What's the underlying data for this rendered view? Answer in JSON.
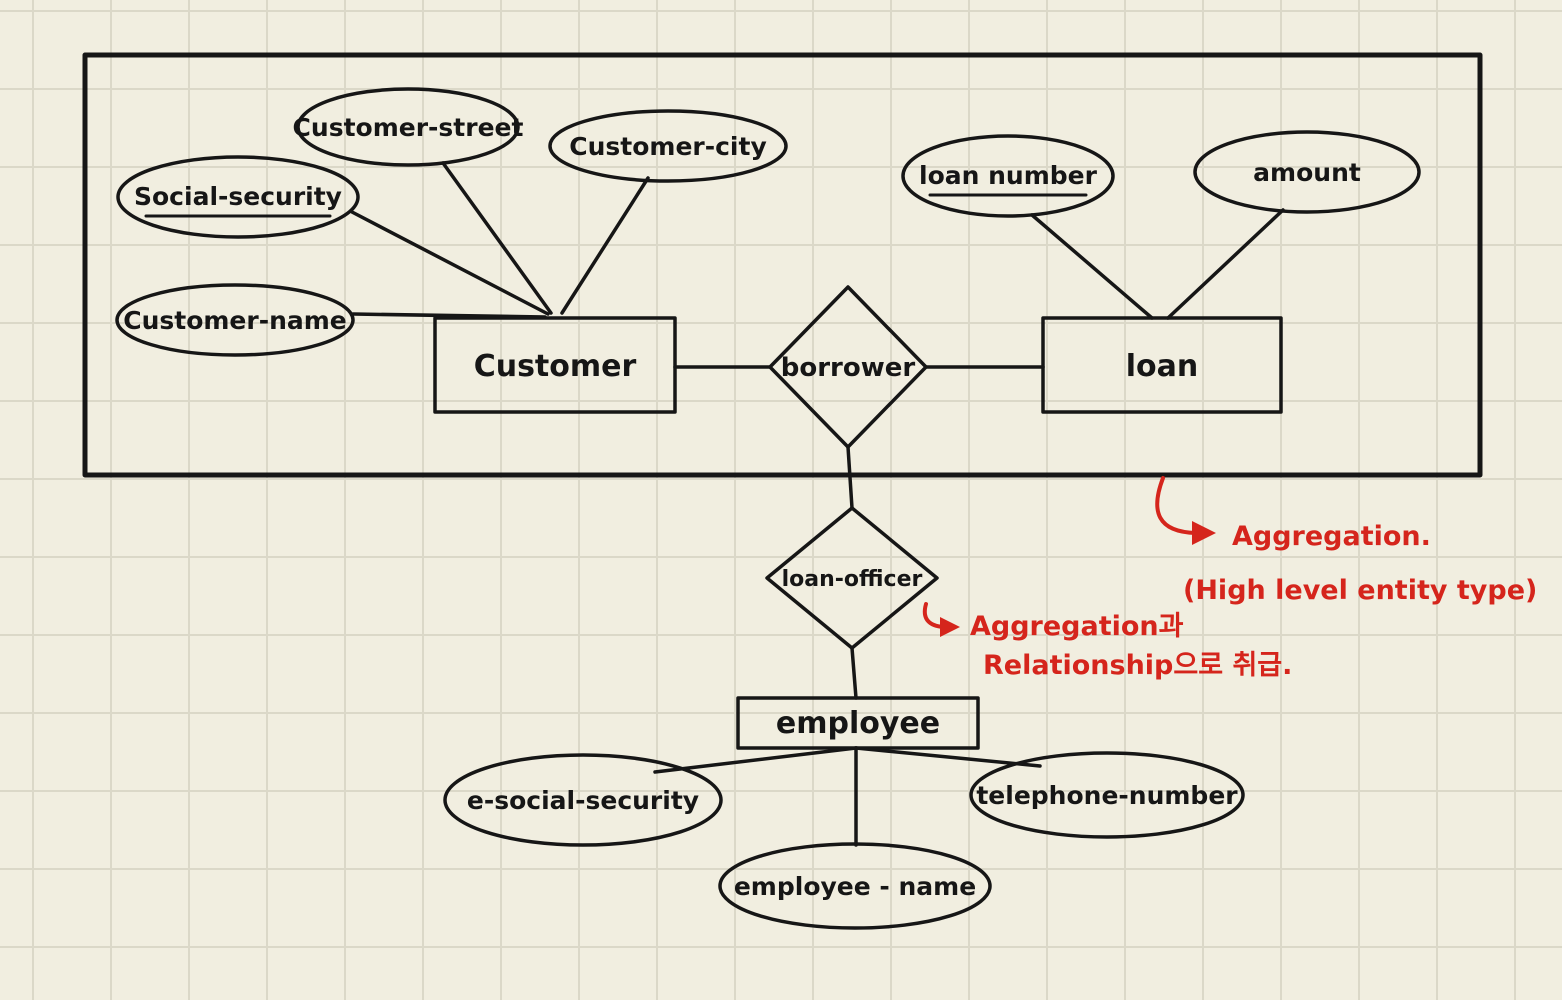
{
  "colors": {
    "background": "#f1eee0",
    "grid": "#dbd8c8",
    "ink": "#161616",
    "annotation_red": "#d5251c"
  },
  "entities": {
    "customer": {
      "label": "Customer"
    },
    "loan": {
      "label": "loan"
    },
    "employee": {
      "label": "employee"
    }
  },
  "relationships": {
    "borrower": {
      "label": "borrower"
    },
    "loan_officer": {
      "label": "loan-officer"
    }
  },
  "attributes": {
    "customer_street": {
      "label": "Customer-street"
    },
    "customer_city": {
      "label": "Customer-city"
    },
    "social_security": {
      "label": "Social-security",
      "key_attribute": true
    },
    "customer_name": {
      "label": "Customer-name"
    },
    "loan_number": {
      "label": "loan number",
      "key_attribute": true
    },
    "amount": {
      "label": "amount"
    },
    "e_social_security": {
      "label": "e-social-security"
    },
    "employee_name": {
      "label": "employee - name"
    },
    "telephone_number": {
      "label": "telephone-number"
    }
  },
  "annotations": {
    "aggregation_title": "Aggregation.",
    "aggregation_subtitle": "(High level entity type)",
    "loan_officer_note_line1": "Aggregation과",
    "loan_officer_note_line2": "Relationship으로 취급."
  }
}
